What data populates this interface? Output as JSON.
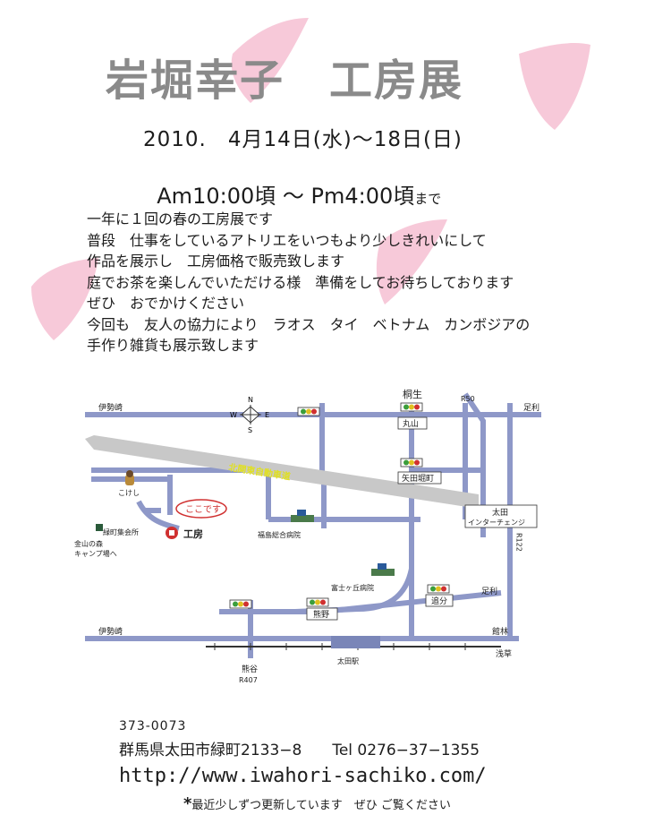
{
  "title": "岩堀幸子　工房展",
  "event": {
    "date_line": "2010.　4月14日(水)～18日(日)",
    "time_main": "Am10:00頃 ～ Pm4:00頃",
    "time_suffix": "まで"
  },
  "intro": [
    "一年に１回の春の工房展です",
    "普段　仕事をしているアトリエをいつもより少しきれいにして",
    "作品を展示し　工房価格で販売致します",
    "庭でお茶を楽しんでいただける様　準備をしてお待ちしております",
    "ぜひ　おでかけください",
    "今回も　友人の協力により　ラオス　タイ　ベトナム　カンボジアの",
    "手作り雑貨も展示致します"
  ],
  "map": {
    "compass": {
      "n": "N",
      "s": "S",
      "e": "E",
      "w": "W"
    },
    "places": {
      "isesaki_top": "伊勢崎",
      "isesaki_bottom": "伊勢崎",
      "kiryu": "桐生",
      "r50": "R50",
      "ashikaga_top": "足利",
      "ashikaga_mid": "足利",
      "marugyama": "丸山",
      "yatabori": "矢田堀町",
      "ota_ic_1": "太田",
      "ota_ic_2": "インターチェンジ",
      "expressway": "北関東自動車道",
      "kokeshi": "こけし",
      "kokokoko": "ここです",
      "kobo": "工房",
      "community": "緑町集会所",
      "kanayama_1": "金山の森",
      "kanayama_2": "キャンプ場へ",
      "fukushima": "福島総合病院",
      "fujigaoka": "富士ヶ丘病院",
      "oiwake": "追分",
      "r122": "R122",
      "kumano": "熊野",
      "tatebayashi": "館林",
      "asakusa": "浅草",
      "ota_station": "太田駅",
      "kumagaya": "熊谷",
      "r407": "R407"
    }
  },
  "contact": {
    "postal": "373-0073",
    "address": "群馬県太田市緑町2133−8　　Tel 0276−37−1355",
    "url": "http://www.iwahori-sachiko.com/"
  },
  "note": "最近少しずつ更新しています　ぜひ ご覧ください",
  "colors": {
    "road": "#8e98c8",
    "petal": "#f7c9d9",
    "title": "#8a8a8a"
  }
}
